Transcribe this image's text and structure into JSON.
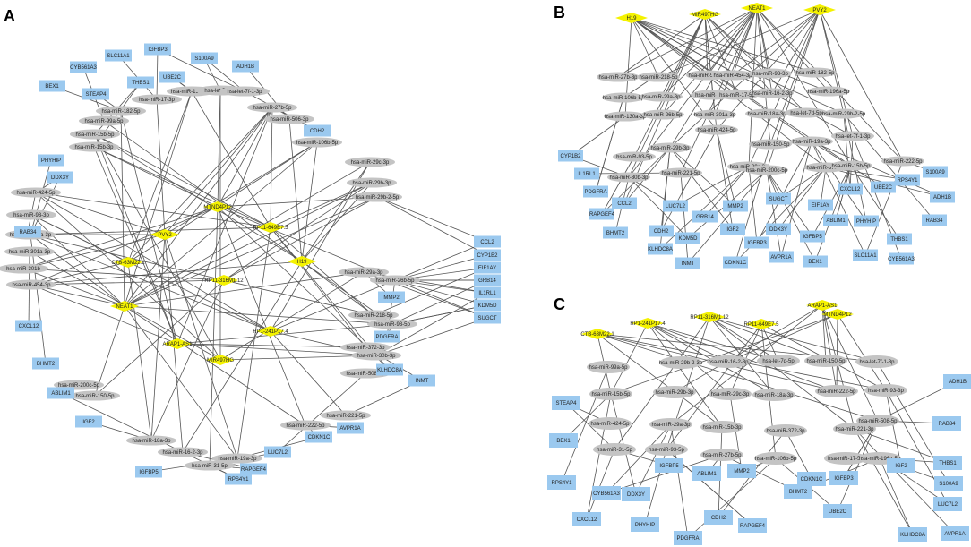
{
  "panels": [
    {
      "id": "A",
      "label": "A",
      "mirnas": [
        "hsa-miR-196a-5p",
        "hsa-let-7d-5p",
        "hsa-let-7f-1-3p",
        "hsa-miR-17-3p",
        "hsa-miR-182-5p",
        "hsa-miR-99a-5p",
        "hsa-miR-15b-5p",
        "hsa-miR-15b-3p",
        "hsa-miR-27b-5p",
        "hsa-miR-506-3p",
        "hsa-miR-106b-5p",
        "hsa-miR-29c-3p",
        "hsa-miR-29b-3p",
        "hsa-miR-29b-2-5p",
        "hsa-miR-424-5p",
        "hsa-miR-93-3p",
        "hsa-miR-130a-3p",
        "hsa-miR-301a-3p",
        "hsa-miR-301b",
        "hsa-miR-454-3p",
        "hsa-miR-26b-5p",
        "hsa-miR-29a-3p",
        "hsa-miR-218-5p",
        "hsa-miR-93-5p",
        "hsa-miR-372-3p",
        "hsa-miR-30b-3p",
        "hsa-miR-508-5p",
        "hsa-miR-200c-5p",
        "hsa-miR-150-5p",
        "hsa-miR-221-5p",
        "hsa-miR-222-5p",
        "hsa-miR-18a-3p",
        "hsa-miR-16-2-3p",
        "hsa-miR-31-5p",
        "hsa-miR-19a-3p"
      ],
      "genes": [
        "IGFBP3",
        "SLC11A1",
        "CYB561A3",
        "S100A9",
        "ADH1B",
        "BEX1",
        "UBE2C",
        "THBS1",
        "STEAP4",
        "CDH2",
        "PHYHIP",
        "DDX3Y",
        "RAB34",
        "CXCL12",
        "BHMT2",
        "ABLIM1",
        "IGF2",
        "IGFBP5",
        "RPS4Y1",
        "LUC7L2",
        "RAPGEF4",
        "CDKN1C",
        "AVPR1A",
        "KLHDC8A",
        "PDGFRA",
        "MMP2",
        "INMT",
        "CCL2",
        "CYP1B2",
        "EIF1AY",
        "GRB14",
        "IL1RL1",
        "KDM5D",
        "SUGCT"
      ],
      "lncrnas": [
        "PVY2",
        "MTND4P12",
        "CTB-63M22.1",
        "RP11-649E7.5",
        "H19",
        "RP11-316M1.12",
        "NEAT1",
        "RP1-241P17.4",
        "ARAP1-AS1",
        "MIR497HG"
      ]
    },
    {
      "id": "B",
      "label": "B",
      "mirnas": [
        "hsa-miR-27b-3p",
        "hsa-miR-218-5p",
        "hsa-miR-506-3p",
        "hsa-miR-454-3p",
        "hsa-miR-93-3p",
        "hsa-miR-182-5p",
        "hsa-miR-106b-5p",
        "hsa-miR-29a-3p",
        "hsa-miR-301b",
        "hsa-miR-17-5p",
        "hsa-miR-16-2-3p",
        "hsa-miR-196a-5p",
        "hsa-miR-130a-3p",
        "hsa-miR-26b-5p",
        "hsa-miR-301a-3p",
        "hsa-miR-18a-3p",
        "hsa-let-7d-5p",
        "hsa-miR-29b-2-5p",
        "hsa-miR-424-5p",
        "hsa-let-7f-1-3p",
        "hsa-miR-29b-3p",
        "hsa-miR-150-5p",
        "hsa-miR-19a-3p",
        "hsa-miR-93-5p",
        "hsa-miR-221-5p",
        "hsa-miR-29c-3p",
        "hsa-miR-200c-5p",
        "hsa-miR-372-3p",
        "hsa-miR-15b-5p",
        "hsa-miR-222-5p",
        "hsa-miR-30b-3p"
      ],
      "genes": [
        "CYP1B2",
        "IL1RL1",
        "PDGFRA",
        "CCL2",
        "RAPGEF4",
        "BHMT2",
        "CDH2",
        "LUC7L2",
        "KLHDC8A",
        "KDM5D",
        "INMT",
        "GRB14",
        "IGF2",
        "CDKN1C",
        "MMP2",
        "IGFBP3",
        "SUGCT",
        "DDX3Y",
        "AVPR1A",
        "IGFBP5",
        "ABLIM1",
        "BEX1",
        "EIF1AY",
        "CXCL12",
        "PHYHIP",
        "SLC11A1",
        "CYB561A3",
        "UBE2C",
        "THBS1",
        "RPS4Y1",
        "S100A9",
        "RAB34",
        "ADH1B"
      ],
      "lncrnas": [
        "H19",
        "MIR497HG",
        "NEAT1",
        "PVY2"
      ]
    },
    {
      "id": "C",
      "label": "C",
      "mirnas": [
        "hsa-miR-99a-5p",
        "hsa-miR-29b-2-3p",
        "hsa-miR-16-2-3p",
        "hsa-let-7d-5p",
        "hsa-miR-150-5p",
        "hsa-let-7f-1-3p",
        "hsa-miR-15b-5p",
        "hsa-miR-29b-3p",
        "hsa-miR-29c-3p",
        "hsa-miR-18a-3p",
        "hsa-miR-222-5p",
        "hsa-miR-93-3p",
        "hsa-miR-424-5p",
        "hsa-miR-29a-3p",
        "hsa-miR-15b-3p",
        "hsa-miR-372-3p",
        "hsa-miR-221-3p",
        "hsa-miR-508-5p",
        "hsa-miR-31-5p",
        "hsa-miR-93-5p",
        "hsa-miR-27b-5p",
        "hsa-miR-106b-5p",
        "hsa-miR-17-5p",
        "hsa-miR-196a-5p"
      ],
      "genes": [
        "ADH1B",
        "STEAP4",
        "RAB34",
        "BEX1",
        "RPS4Y1",
        "CYB561A3",
        "DDX3Y",
        "IGFBP5",
        "ABLIM1",
        "MMP2",
        "CDKN1C",
        "IGFBP3",
        "IGF2",
        "THBS1",
        "S100A9",
        "LUC7L2",
        "CXCL12",
        "PHYHIP",
        "PDGFRA",
        "CDH2",
        "RAPGEF4",
        "BHMT2",
        "UBE2C",
        "KLHDC8A",
        "AVPR1A"
      ],
      "lncrnas": [
        "ARAP1-AS1",
        "MTND4P12",
        "RP1-241P17.4",
        "RP11-316M1.12",
        "RP11-649E7.5",
        "CTB-63M22.1"
      ]
    }
  ],
  "colors": {
    "mirna": "#c4c4c4",
    "gene": "#9bc9ef",
    "lncrna": "#f4f200",
    "edge": "#555555"
  }
}
